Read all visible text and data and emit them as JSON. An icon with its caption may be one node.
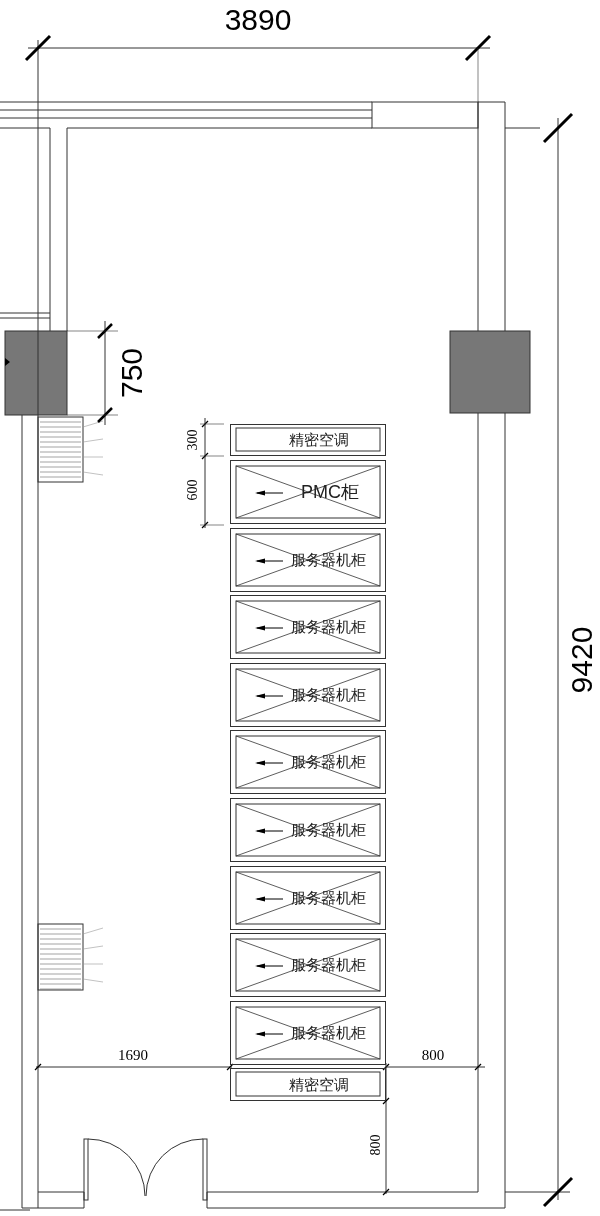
{
  "diagram": {
    "nodes": [
      {
        "text": [
          "精密空调"
        ]
      },
      {
        "text": [
          "PMC柜"
        ]
      },
      {
        "text": [
          "服务器机柜"
        ]
      },
      {
        "text": [
          "服务器机柜"
        ]
      },
      {
        "text": [
          "服务器机柜"
        ]
      },
      {
        "text": [
          "服务器机柜"
        ]
      },
      {
        "text": [
          "服务器机柜"
        ]
      },
      {
        "text": [
          "服务器机柜"
        ]
      },
      {
        "text": [
          "服务器机柜"
        ]
      },
      {
        "text": [
          "服务器机柜"
        ]
      },
      {
        "text": [
          "精密空调"
        ]
      }
    ],
    "labels": [
      "3890",
      "750",
      "9420",
      "300",
      "600",
      "1690",
      "800",
      "800"
    ]
  }
}
